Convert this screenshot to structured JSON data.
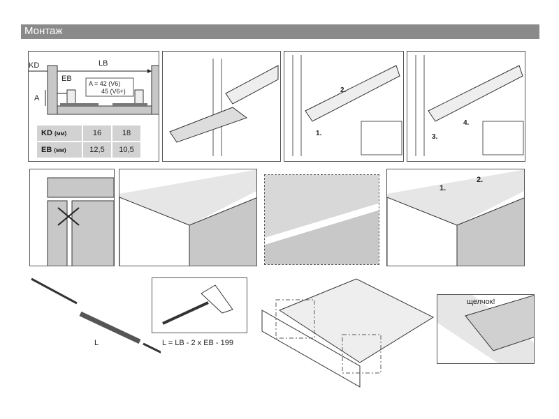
{
  "header": {
    "title": "Монтаж",
    "bar_color": "#8a8a8a"
  },
  "step1": {
    "labels": {
      "kd": "KD",
      "lb": "LB",
      "eb": "EB",
      "a": "A"
    },
    "a_note": {
      "line1": "A = 42 (V6)",
      "line2": "45 (V6+)"
    },
    "table": {
      "rows": [
        {
          "label": "KD",
          "unit": "(мм)",
          "values": [
            "16",
            "18"
          ]
        },
        {
          "label": "EB",
          "unit": "(мм)",
          "values": [
            "12,5",
            "10,5"
          ]
        }
      ]
    }
  },
  "step3": {
    "marks": [
      "1.",
      "2."
    ]
  },
  "step4": {
    "marks": [
      "3.",
      "4."
    ]
  },
  "step8": {
    "marks": [
      "1.",
      "2."
    ]
  },
  "step9": {
    "length_label": "L",
    "formula": "L = LB - 2 x EB - 199"
  },
  "step10": {
    "click_text": "щелчок!"
  }
}
